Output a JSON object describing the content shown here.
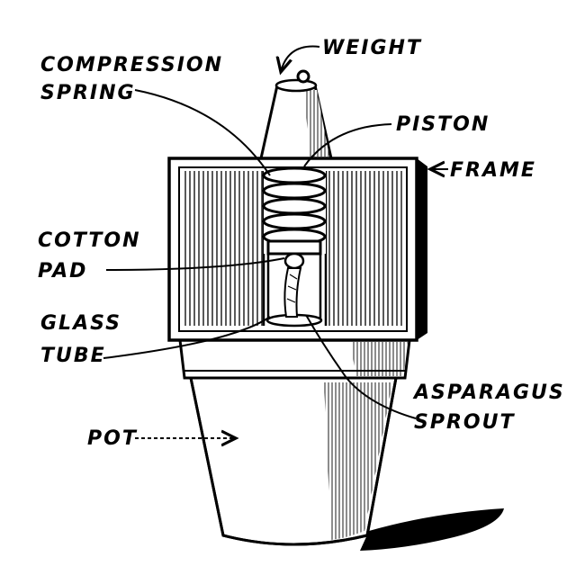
{
  "labels": {
    "weight": "WEIGHT",
    "compression_1": "COMPRESSION",
    "compression_2": "SPRING",
    "piston": "PISTON",
    "frame": "FRAME",
    "cotton_1": "COTTON",
    "cotton_2": "PAD",
    "glass_1": "GLASS",
    "glass_2": "TUBE",
    "asparagus_1": "ASPARAGUS",
    "asparagus_2": "SPROUT",
    "pot": "POT"
  },
  "colors": {
    "ink": "#000000",
    "paper": "#ffffff"
  }
}
